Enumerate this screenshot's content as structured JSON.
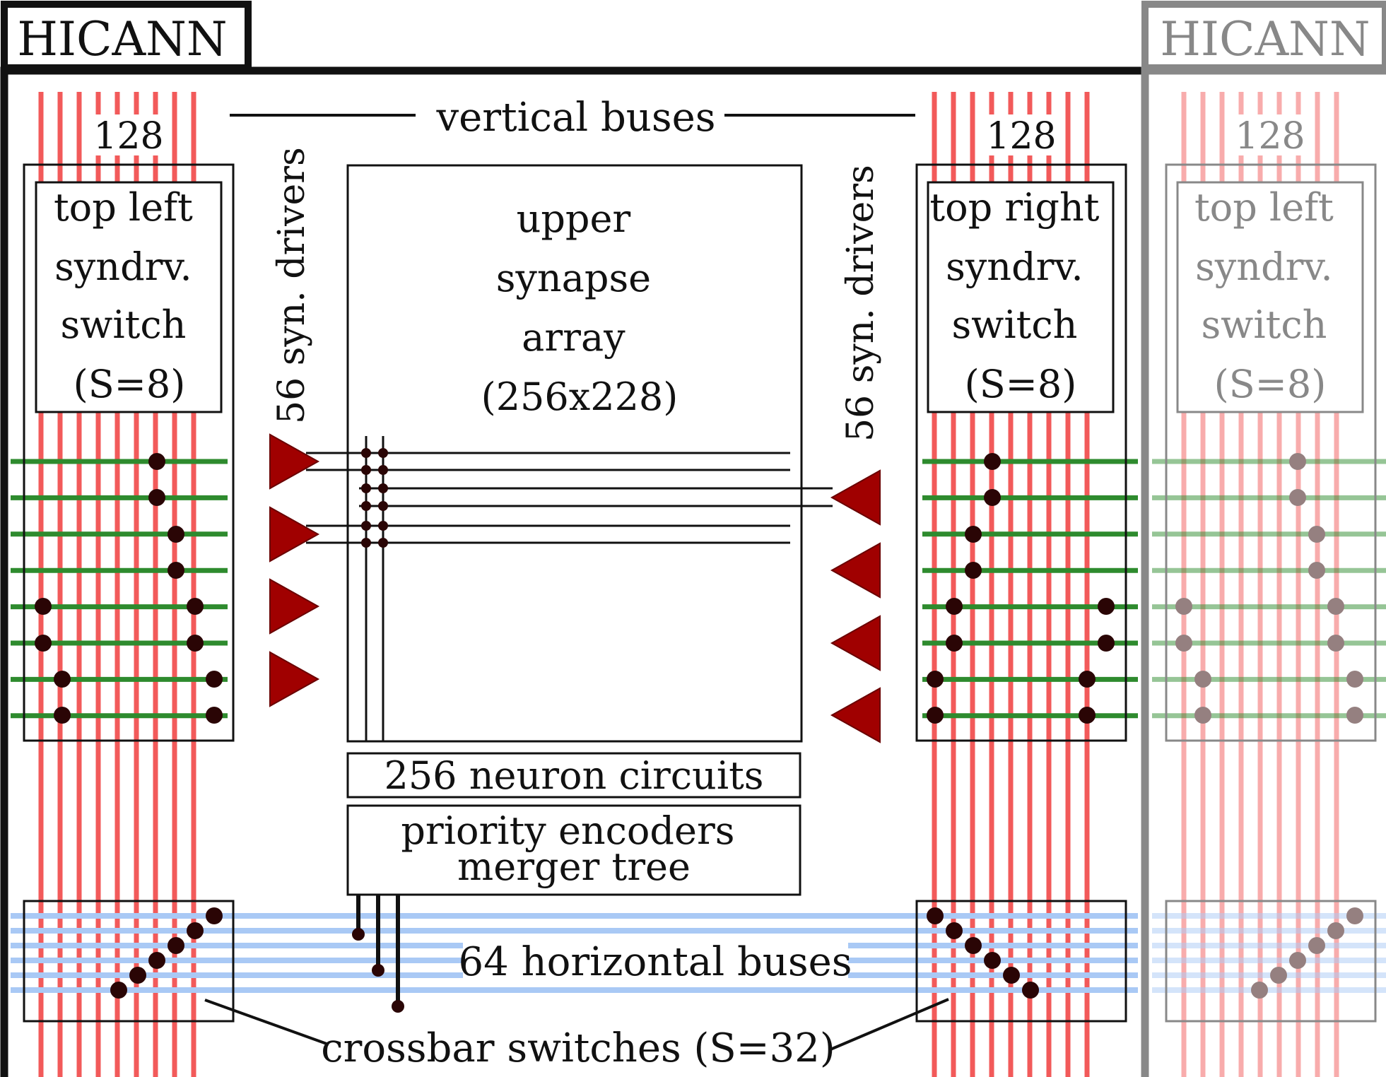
{
  "chip_label": "HICANN",
  "neighbor_chip_label": "HICANN",
  "vertical_buses_label": "vertical buses",
  "bus_count_left": "128",
  "bus_count_right": "128",
  "bus_count_neighbor": "128",
  "top_left_switch": {
    "lines": [
      "top left",
      "syndrv.",
      "switch",
      "(S=8)"
    ]
  },
  "top_right_switch": {
    "lines": [
      "top right",
      "syndrv.",
      "switch",
      "(S=8)"
    ]
  },
  "neighbor_switch": {
    "lines": [
      "top left",
      "syndrv.",
      "switch",
      "(S=8)"
    ]
  },
  "syn_drivers_left_label": "56 syn. drivers",
  "syn_drivers_right_label": "56 syn. drivers",
  "synapse_array": {
    "lines": [
      "upper",
      "synapse",
      "array",
      "(256x228)"
    ]
  },
  "neuron_circuits_label": "256 neuron circuits",
  "encoder_box": {
    "lines": [
      "priority encoders",
      "merger tree"
    ]
  },
  "horizontal_buses_label": "64 horizontal buses",
  "crossbar_label": "crossbar switches (S=32)",
  "colors": {
    "vertical_bus": "#f25a5a",
    "horizontal_bus": "#a9c9f5",
    "syndrv_line": "#2e8b2e",
    "switch_dot": "#2a0505",
    "driver_triangle": "#a00000",
    "outline": "#111111",
    "ghost_outline": "#888888"
  }
}
